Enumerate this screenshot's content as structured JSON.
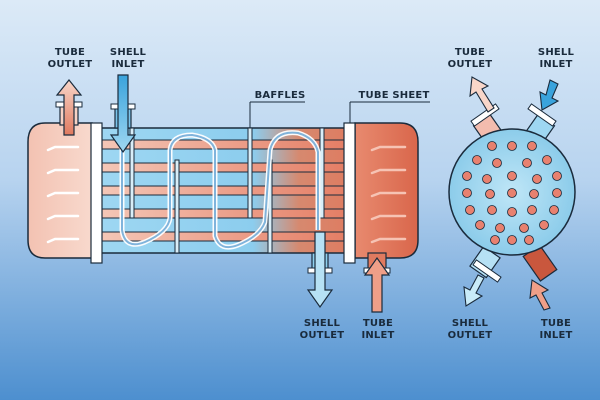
{
  "labels": {
    "left_tube_outlet": [
      "TUBE",
      "OUTLET"
    ],
    "left_shell_inlet": [
      "SHELL",
      "INLET"
    ],
    "baffles": "BAFFLES",
    "tube_sheet": "TUBE SHEET",
    "shell_outlet": [
      "SHELL",
      "OUTLET"
    ],
    "tube_inlet": [
      "TUBE",
      "INLET"
    ],
    "right_tube_outlet": [
      "TUBE",
      "OUTLET"
    ],
    "right_shell_inlet": [
      "SHELL",
      "INLET"
    ],
    "right_shell_outlet": [
      "SHELL",
      "OUTLET"
    ],
    "right_tube_inlet": [
      "TUBE",
      "INLET"
    ]
  },
  "colors": {
    "hot": "#e8816f",
    "hot_light": "#f6c3b4",
    "cold": "#5db7e4",
    "cold_light": "#bfe3f4",
    "shell_body": "#8fd0ee",
    "outline": "#1a2b3c",
    "bg_top": "#dceaf7",
    "bg_bottom": "#4d8fcf"
  }
}
